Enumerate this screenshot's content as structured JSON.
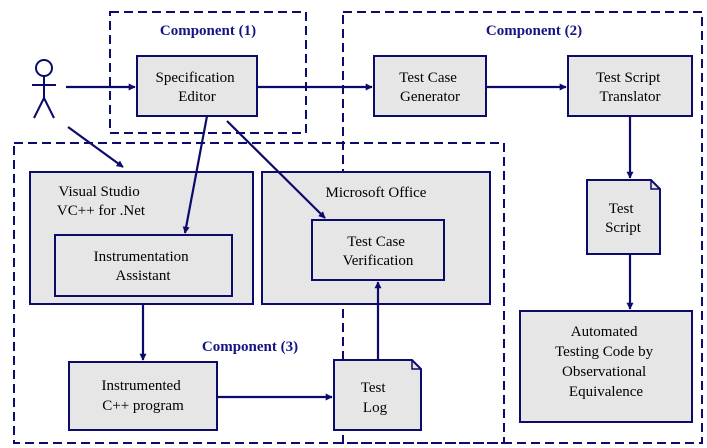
{
  "components": {
    "c1": "Component (1)",
    "c2": "Component (2)",
    "c3": "Component (3)"
  },
  "nodes": {
    "spec_editor": [
      "Specification",
      "Editor"
    ],
    "test_case_generator": [
      "Test Case",
      "Generator"
    ],
    "test_script_translator": [
      "Test Script",
      "Translator"
    ],
    "test_script": [
      "Test",
      "Script"
    ],
    "automated_code": [
      "Automated",
      "Testing Code by",
      "Observational",
      "Equivalence"
    ],
    "visual_studio": [
      "Visual Studio",
      "VC++ for .Net"
    ],
    "instrumentation_assistant": [
      "Instrumentation",
      "Assistant"
    ],
    "microsoft_office": [
      "Microsoft Office"
    ],
    "test_case_verification": [
      "Test Case",
      "Verification"
    ],
    "instrumented_program": [
      "Instrumented",
      "C++ program"
    ],
    "test_log": [
      "Test",
      "Log"
    ]
  },
  "colors": {
    "stroke": "#0b0b6b",
    "box_fill": "#e6e6e6",
    "title": "#141485"
  }
}
